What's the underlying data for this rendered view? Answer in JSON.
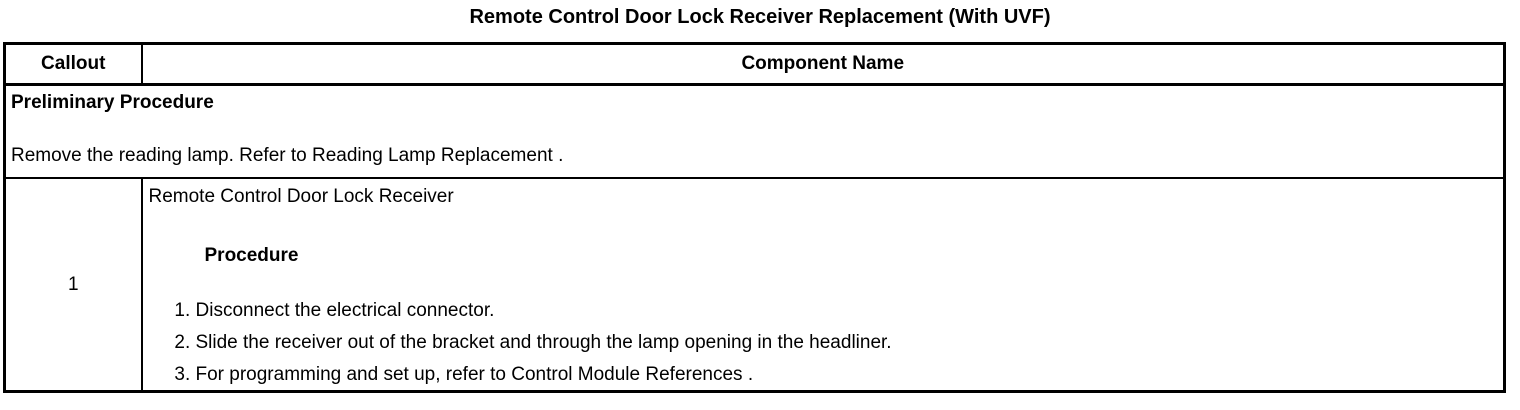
{
  "title": "Remote Control Door Lock Receiver Replacement (With UVF)",
  "colors": {
    "text": "#000000",
    "background": "#ffffff",
    "border": "#000000"
  },
  "table": {
    "headers": {
      "callout": "Callout",
      "component": "Component Name"
    },
    "preliminary": {
      "heading": "Preliminary Procedure",
      "text": "Remove the reading lamp. Refer to Reading Lamp Replacement ."
    },
    "rows": [
      {
        "callout": "1",
        "component": "Remote Control Door Lock Receiver",
        "procedure_heading": "Procedure",
        "steps": [
          "Disconnect the electrical connector.",
          "Slide the receiver out of the bracket and through the lamp opening in the headliner.",
          "For programming and set up, refer to Control Module References ."
        ]
      }
    ]
  }
}
